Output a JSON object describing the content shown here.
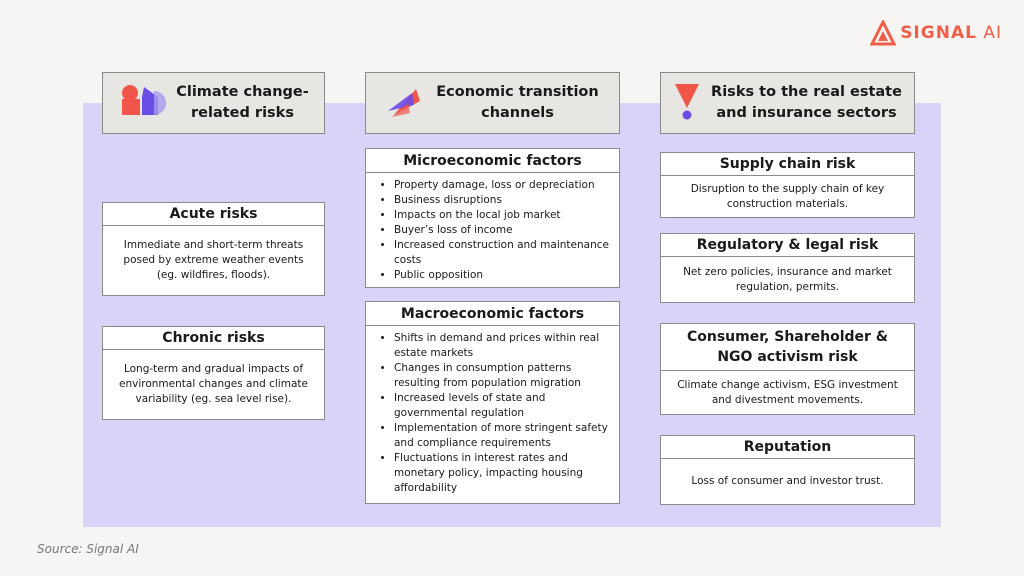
{
  "logo": {
    "brand": "SIGNAL",
    "suffix": "AI"
  },
  "source": "Source: Signal AI",
  "columns": {
    "climate": {
      "title": "Climate change-related risks",
      "title_line1": "Climate change-",
      "title_line2": "related risks",
      "icon": "shapes-icon",
      "cards": [
        {
          "title": "Acute risks",
          "text": "Immediate and short-term threats posed by extreme weather events (eg. wildfires, floods)."
        },
        {
          "title": "Chronic risks",
          "text": "Long-term and gradual impacts of environmental changes and climate variability (eg. sea level rise)."
        }
      ]
    },
    "economic": {
      "title_line1": "Economic transition",
      "title_line2": "channels",
      "icon": "arrows-icon",
      "micro": {
        "title": "Microeconomic factors",
        "items": [
          "Property damage, loss or depreciation",
          "Business disruptions",
          "Impacts on the local job market",
          "Buyer’s loss of income",
          "Increased construction and maintenance costs",
          "Public opposition"
        ]
      },
      "macro": {
        "title": "Macroeconomic factors",
        "items": [
          "Shifts in demand and prices within real estate markets",
          "Changes in consumption patterns resulting from population migration",
          "Increased levels of state and governmental regulation",
          "Implementation of more stringent safety and compliance requirements",
          "Fluctuations in interest rates and monetary policy, impacting housing affordability"
        ]
      }
    },
    "sectors": {
      "title_line1": "Risks to the real estate",
      "title_line2": "and insurance sectors",
      "icon": "exclamation-icon",
      "cards": [
        {
          "title": "Supply chain risk",
          "text": "Disruption to the supply chain of key construction materials."
        },
        {
          "title": "Regulatory & legal risk",
          "text": "Net zero policies, insurance and market regulation, permits."
        },
        {
          "title": "Consumer, Shareholder & NGO activism risk",
          "text": "Climate change activism, ESG investment and divestment movements."
        },
        {
          "title": "Reputation",
          "text": "Loss of consumer and investor trust."
        }
      ]
    }
  },
  "colors": {
    "accent": "#f05e4a",
    "band": "#d9d4f7",
    "purple": "#6b4de6",
    "red": "#f0554a"
  }
}
